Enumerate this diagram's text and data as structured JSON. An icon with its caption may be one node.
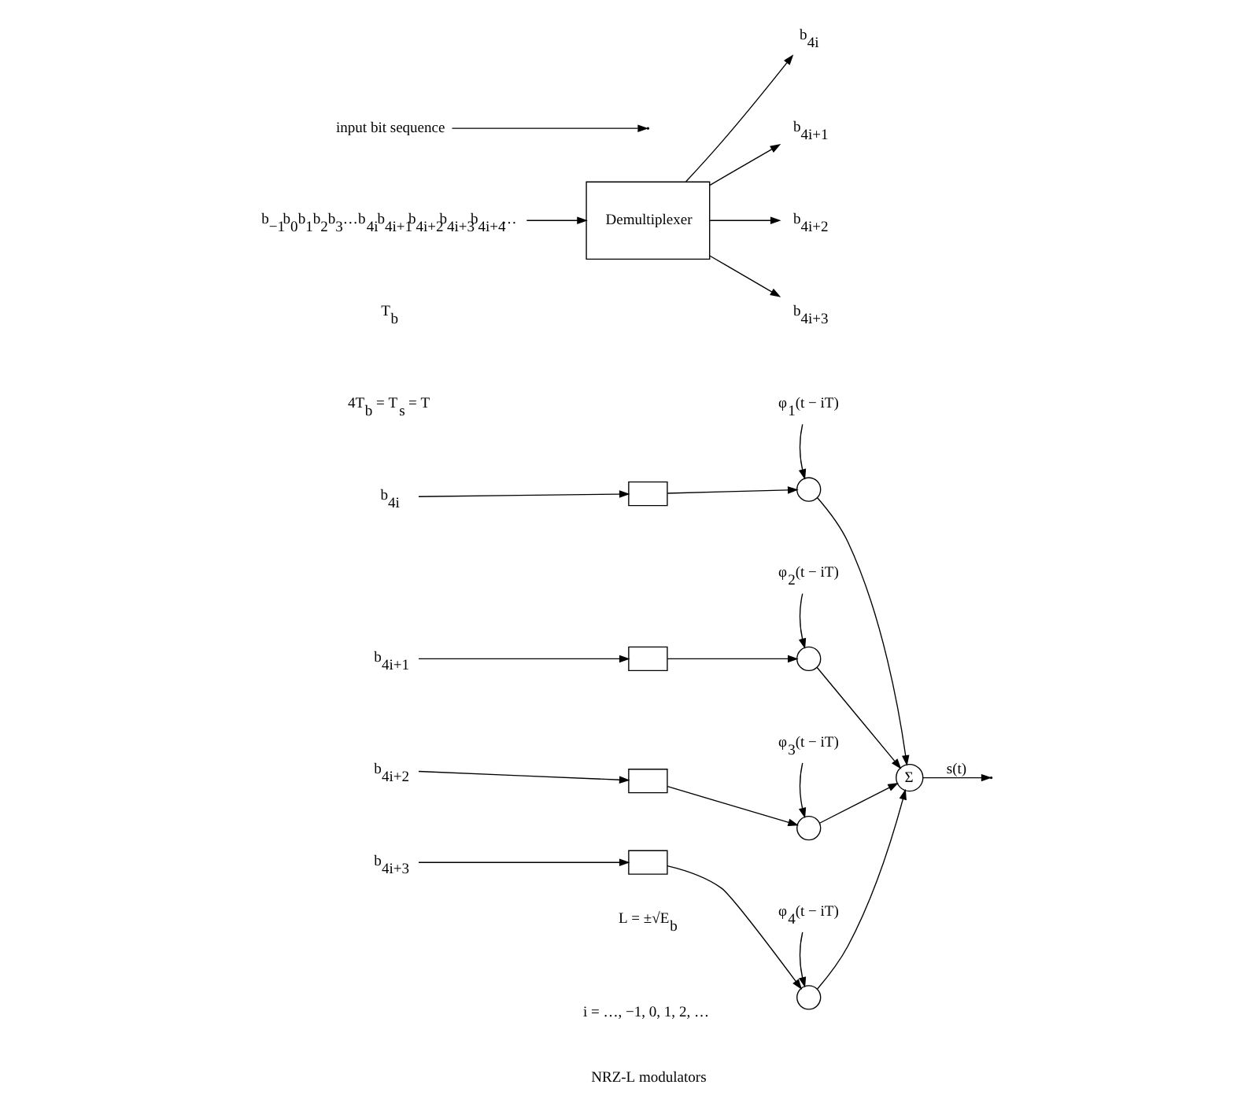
{
  "diagram": {
    "nodes": [
      {
        "text": [
          "b$_{−1}$b$_{0}$b$_{1}$b$_{2}$b$_{3}$…b$_{4i}$b$_{4i+1}$b$_{4i+2}$b$_{4i+3}$b$_{4i+4}$…"
        ]
      },
      {
        "text": [
          "Demultiplexer"
        ]
      },
      {
        "text": [
          "b$_{4i}$"
        ]
      },
      {
        "text": [
          "b$_{4i+1}$"
        ]
      },
      {
        "text": [
          "b$_{4i+2}$"
        ]
      },
      {
        "text": [
          "b$_{4i+3}$"
        ]
      },
      {
        "text": [
          "b$_{4i}$"
        ]
      },
      {
        "text": [
          "b$_{4i+1}$"
        ]
      },
      {
        "text": [
          "b$_{4i+2}$"
        ]
      },
      {
        "text": [
          "b$_{4i+3}$"
        ]
      },
      {
        "text": [],
        "shape": "box"
      },
      {
        "text": [],
        "shape": "box"
      },
      {
        "text": [],
        "shape": "box"
      },
      {
        "text": [],
        "shape": "box"
      },
      {
        "text": [],
        "shape": "circle"
      },
      {
        "text": [],
        "shape": "circle"
      },
      {
        "text": [],
        "shape": "circle"
      },
      {
        "text": [],
        "shape": "circle"
      },
      {
        "text": [
          "φ$_{1}$(t − iT)"
        ]
      },
      {
        "text": [
          "φ$_{2}$(t − iT)"
        ]
      },
      {
        "text": [
          "φ$_{3}$(t − iT)"
        ]
      },
      {
        "text": [
          "φ$_{4}$(t − iT)"
        ]
      },
      {
        "text": [
          "Σ"
        ]
      },
      {
        "text": [
          "input bit sequence"
        ]
      }
    ],
    "edges": [
      {
        "from": 0,
        "to": 1,
        "arrow": "to"
      },
      {
        "from": 1,
        "to": 2,
        "arrow": "to"
      },
      {
        "from": 1,
        "to": 3,
        "arrow": "to"
      },
      {
        "from": 1,
        "to": 4,
        "arrow": "to"
      },
      {
        "from": 1,
        "to": 5,
        "arrow": "to"
      },
      {
        "from": 6,
        "to": 10,
        "arrow": "to"
      },
      {
        "from": 7,
        "to": 11,
        "arrow": "to"
      },
      {
        "from": 8,
        "to": 12,
        "arrow": "to"
      },
      {
        "from": 9,
        "to": 13,
        "arrow": "to"
      },
      {
        "from": 10,
        "to": 14,
        "arrow": "to"
      },
      {
        "from": 11,
        "to": 15,
        "arrow": "to"
      },
      {
        "from": 12,
        "to": 16,
        "arrow": "to"
      },
      {
        "from": 13,
        "to": 17,
        "arrow": "to"
      },
      {
        "from": 18,
        "to": 14,
        "arrow": "to"
      },
      {
        "from": 19,
        "to": 15,
        "arrow": "to"
      },
      {
        "from": 20,
        "to": 16,
        "arrow": "to"
      },
      {
        "from": 21,
        "to": 17,
        "arrow": "to"
      },
      {
        "from": 14,
        "to": 22,
        "arrow": "to"
      },
      {
        "from": 15,
        "to": 22,
        "arrow": "to"
      },
      {
        "from": 16,
        "to": 22,
        "arrow": "to"
      },
      {
        "from": 17,
        "to": 22,
        "arrow": "to"
      },
      {
        "from": 22,
        "to": null,
        "arrow": "to",
        "label": "s(t)"
      },
      {
        "from": 23,
        "to": null,
        "arrow": "to"
      }
    ],
    "labels": [
      "T$_{b}$",
      "4T$_{b}$ = T$_{s}$ = T",
      "NRZ-L modulators",
      "L = ±√E$_{b}$",
      "i = …, −1, 0, 1, 2, …"
    ]
  }
}
